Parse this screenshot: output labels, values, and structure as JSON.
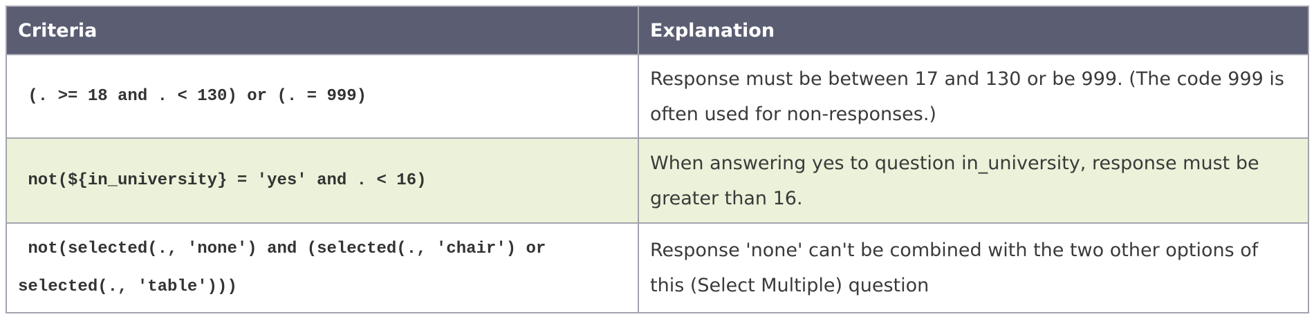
{
  "header": {
    "col_criteria": "Criteria",
    "col_explanation": "Explanation"
  },
  "rows": [
    {
      "criteria": " (. >= 18 and . < 130) or (. = 999)",
      "explanation": "Response must be between 17 and 130 or be 999. (The code 999 is often used for non-responses.)"
    },
    {
      "criteria": " not(${in_university} = 'yes' and . < 16)",
      "explanation": "When answering yes to question in_university, response must be greater than 16."
    },
    {
      "criteria": " not(selected(., 'none') and (selected(., 'chair') or selected(., 'table')))",
      "explanation": "Response 'none' can't be combined with the two other options of this (Select Multiple) question"
    }
  ],
  "colors": {
    "header_bg": "#5b5d73",
    "header_text": "#ffffff",
    "highlight_row_bg": "#ebf2d9",
    "border": "#a3a3ad"
  }
}
